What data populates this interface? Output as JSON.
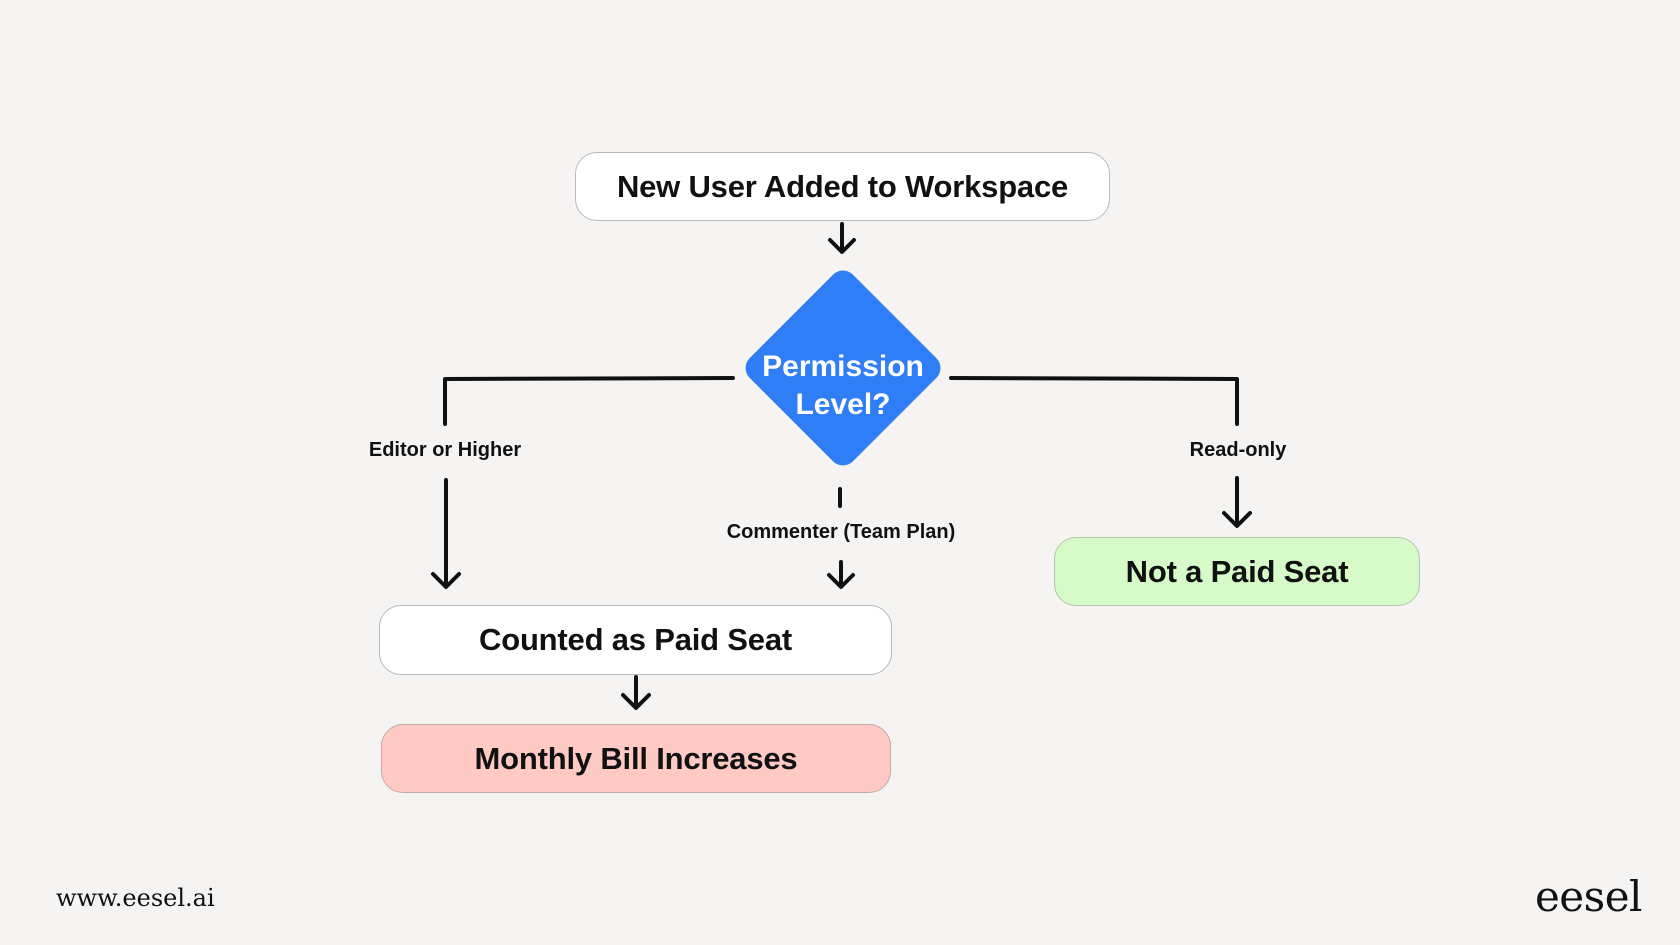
{
  "nodes": {
    "start": "New User Added to Workspace",
    "decision_line1": "Permission",
    "decision_line2": "Level?",
    "paid_seat": "Counted as Paid Seat",
    "bill": "Monthly Bill Increases",
    "not_paid": "Not a Paid Seat"
  },
  "edges": {
    "editor": "Editor or Higher",
    "commenter": "Commenter (Team Plan)",
    "readonly": "Read-only"
  },
  "footer": {
    "url": "www.eesel.ai",
    "logo": "eesel"
  },
  "colors": {
    "decision": "#2f7ef6",
    "bill": "#ffc9c4",
    "not_paid": "#d6fbc8",
    "background": "#f5f4f2"
  }
}
